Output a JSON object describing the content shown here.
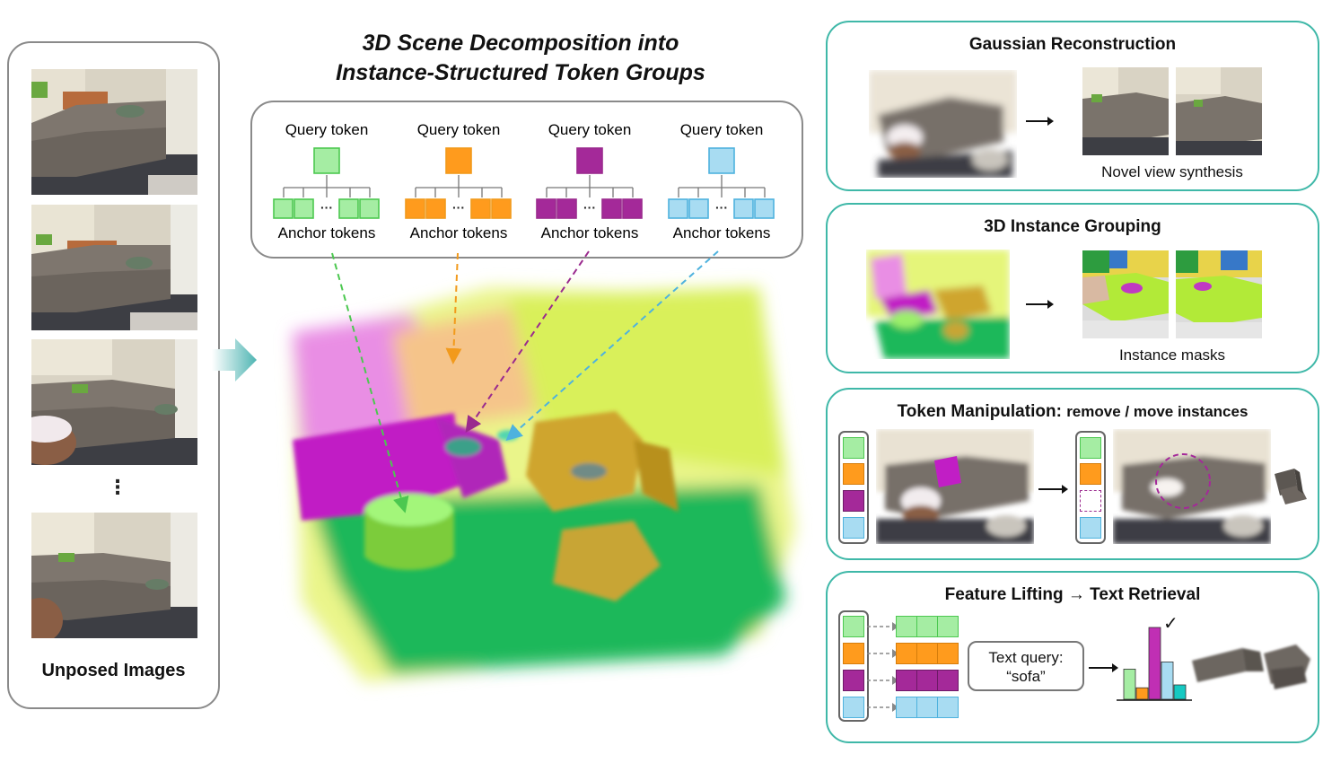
{
  "left": {
    "label": "Unposed Images",
    "ellipsis": "⋮"
  },
  "center": {
    "title_line1": "3D Scene Decomposition into",
    "title_line2": "Instance-Structured Token Groups",
    "groups": [
      {
        "query_label": "Query token",
        "anchor_label": "Anchor tokens",
        "color": "#4cc850",
        "fill": "#a5eda3",
        "dots": "···"
      },
      {
        "query_label": "Query token",
        "anchor_label": "Anchor tokens",
        "color": "#f29a1c",
        "fill": "#ff9b1d",
        "dots": "···"
      },
      {
        "query_label": "Query token",
        "anchor_label": "Anchor tokens",
        "color": "#9a2a8e",
        "fill": "#a42999",
        "dots": "···"
      },
      {
        "query_label": "Query token",
        "anchor_label": "Anchor tokens",
        "color": "#4eb2de",
        "fill": "#a8dcf2",
        "dots": "···"
      }
    ]
  },
  "panels": {
    "gaussian": {
      "title": "Gaussian Reconstruction",
      "caption": "Novel view synthesis"
    },
    "grouping": {
      "title": "3D Instance Grouping",
      "caption": "Instance masks"
    },
    "manipulation": {
      "title_bold": "Token Manipulation:",
      "title_rest": "remove / move instances"
    },
    "retrieval": {
      "title": "Feature Lifting → Text Retrieval",
      "query_line1": "Text query:",
      "query_line2": "“sofa”",
      "check": "✓",
      "bars": [
        0.42,
        0.16,
        1.0,
        0.52,
        0.2
      ],
      "bar_colors": [
        "#a5eda3",
        "#ff9b1d",
        "#c02fb4",
        "#a8dcf2",
        "#16c9c2"
      ]
    }
  },
  "colors": {
    "panel_border": "#3fb8a8",
    "box_border": "#8a8a8a",
    "green": "#4cc850",
    "orange": "#f29a1c",
    "purple": "#9a2a8e",
    "blue": "#4eb2de"
  }
}
